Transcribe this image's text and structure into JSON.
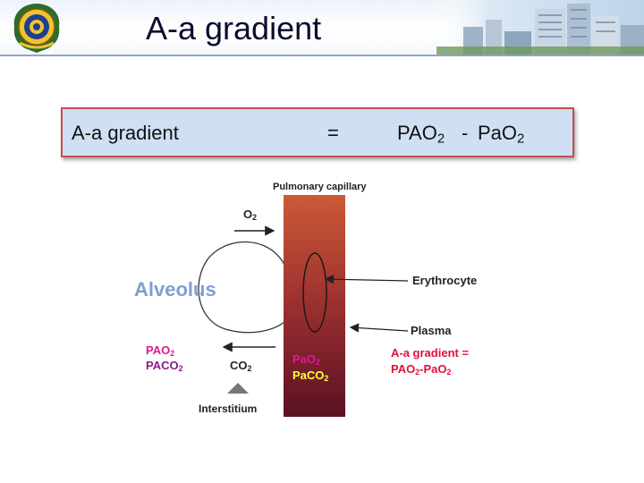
{
  "slide": {
    "title": "A-a gradient"
  },
  "formula": {
    "left": "A-a gradient",
    "equals": "=",
    "term1": "PAO",
    "term1_sub": "2",
    "minus": "-",
    "term2": "PaO",
    "term2_sub": "2"
  },
  "diagram": {
    "capillary_label": "Pulmonary capillary",
    "o2_label": "O",
    "o2_sub": "2",
    "alveolus_label": "Alveolus",
    "erythrocyte_label": "Erythrocyte",
    "plasma_label": "Plasma",
    "co2_label": "CO",
    "co2_sub": "2",
    "interstitium_label": "Interstitium",
    "alveolar": {
      "pao2": "PAO",
      "pao2_sub": "2",
      "paco2": "PACO",
      "paco2_sub": "2"
    },
    "arterial": {
      "pao2": "PaO",
      "pao2_sub": "2",
      "paco2": "PaCO",
      "paco2_sub": "2"
    },
    "gradient_note": {
      "line1": "A-a gradient =",
      "line2_a": "PAO",
      "line2_a_sub": "2",
      "line2_b": "-PaO",
      "line2_b_sub": "2"
    }
  },
  "colors": {
    "title": "#0b0b2e",
    "formula_bg": "#cfe0f4",
    "formula_border": "#c0504d",
    "magenta": "#e0189b",
    "purple": "#8a1a8a",
    "yellow": "#ffff33",
    "red": "#e0103a",
    "capillary_top": "#cc5a36",
    "capillary_bottom": "#5a1124"
  }
}
